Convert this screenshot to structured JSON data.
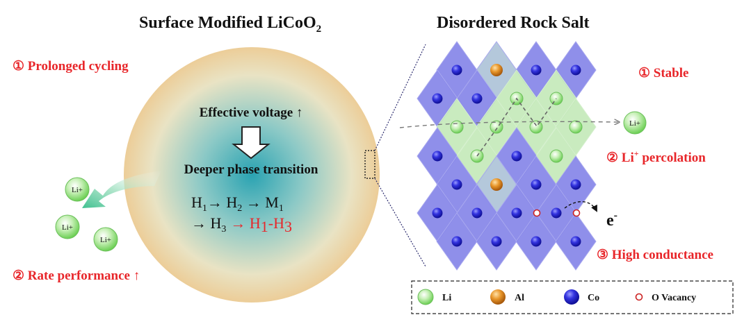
{
  "left_panel": {
    "title_main": "Surface Modified LiCoO",
    "title_sub": "2",
    "point1": "① Prolonged cycling",
    "point2": "② Rate performance ↑",
    "particle": {
      "line1": "Effective voltage ↑",
      "line2": "Deeper phase transition",
      "eq_row1": [
        "H",
        "1",
        "→ H",
        "2",
        " → M",
        "1"
      ],
      "eq_row2_black": "→ H",
      "eq_row2_sub": "3",
      "eq_row2_red": "→ H",
      "eq_row2_red_sub1": "1",
      "eq_row2_red_mid": "-H",
      "eq_row2_red_sub2": "3"
    },
    "li_ions": [
      "Li+",
      "Li+",
      "Li+"
    ]
  },
  "right_panel": {
    "title": "Disordered Rock Salt",
    "point1": "① Stable",
    "point2_prefix": "② Li",
    "point2_sup": "+",
    "point2_suffix": " percolation",
    "point3": "③ High conductance",
    "li_out": "Li+",
    "electron": "e",
    "electron_sup": "-"
  },
  "legend": [
    {
      "label": "Li",
      "color": "#9ee08a"
    },
    {
      "label": "Al",
      "color": "#e8962a"
    },
    {
      "label": "Co",
      "color": "#3a3ae0"
    },
    {
      "label": "O Vacancy",
      "color": "#cc2222"
    }
  ],
  "colors": {
    "red_text": "#e8262a",
    "co_octahedron": "#8484e6",
    "li_octahedron": "#b8e6b0",
    "al_octahedron": "#aabfd6",
    "particle_shell": "#efd7a8",
    "particle_core": "#2da6b4"
  }
}
